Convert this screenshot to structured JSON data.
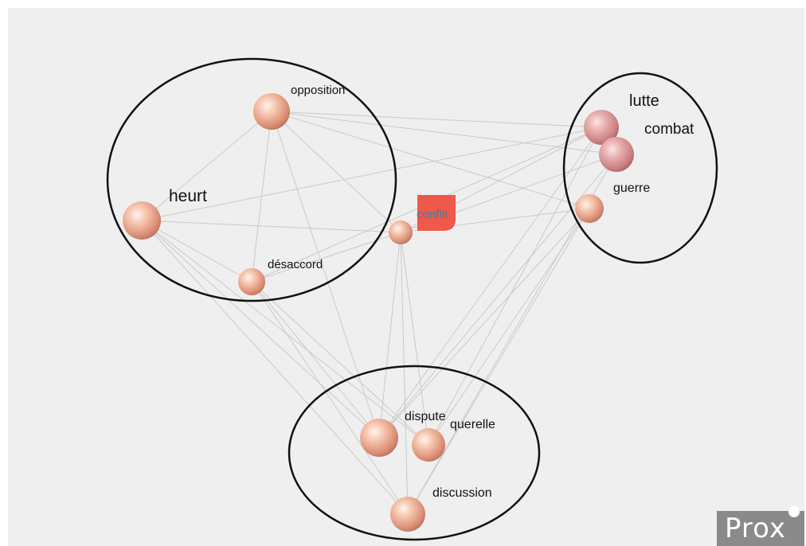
{
  "graph": {
    "center": {
      "label": "conflit",
      "color": "#f0584a",
      "text_color": "#3d7fa6"
    },
    "words": {
      "opposition": "opposition",
      "heurt": "heurt",
      "desaccord": "désaccord",
      "lutte": "lutte",
      "combat": "combat",
      "guerre": "guerre",
      "dispute": "dispute",
      "querelle": "querelle",
      "discussion": "discussion"
    },
    "colors": {
      "background": "#efefef",
      "edge": "#c9c9c9",
      "ellipse": "#111111",
      "sphere_light": "#fde3d6",
      "sphere_mid": "#f2b29a",
      "sphere_dark": "#c97d6a",
      "sphere_red_mid": "#e9a0a0",
      "sphere_red_dark": "#b86a6a"
    }
  },
  "badge": {
    "text": "Prox",
    "color": "#8a8a8a"
  }
}
